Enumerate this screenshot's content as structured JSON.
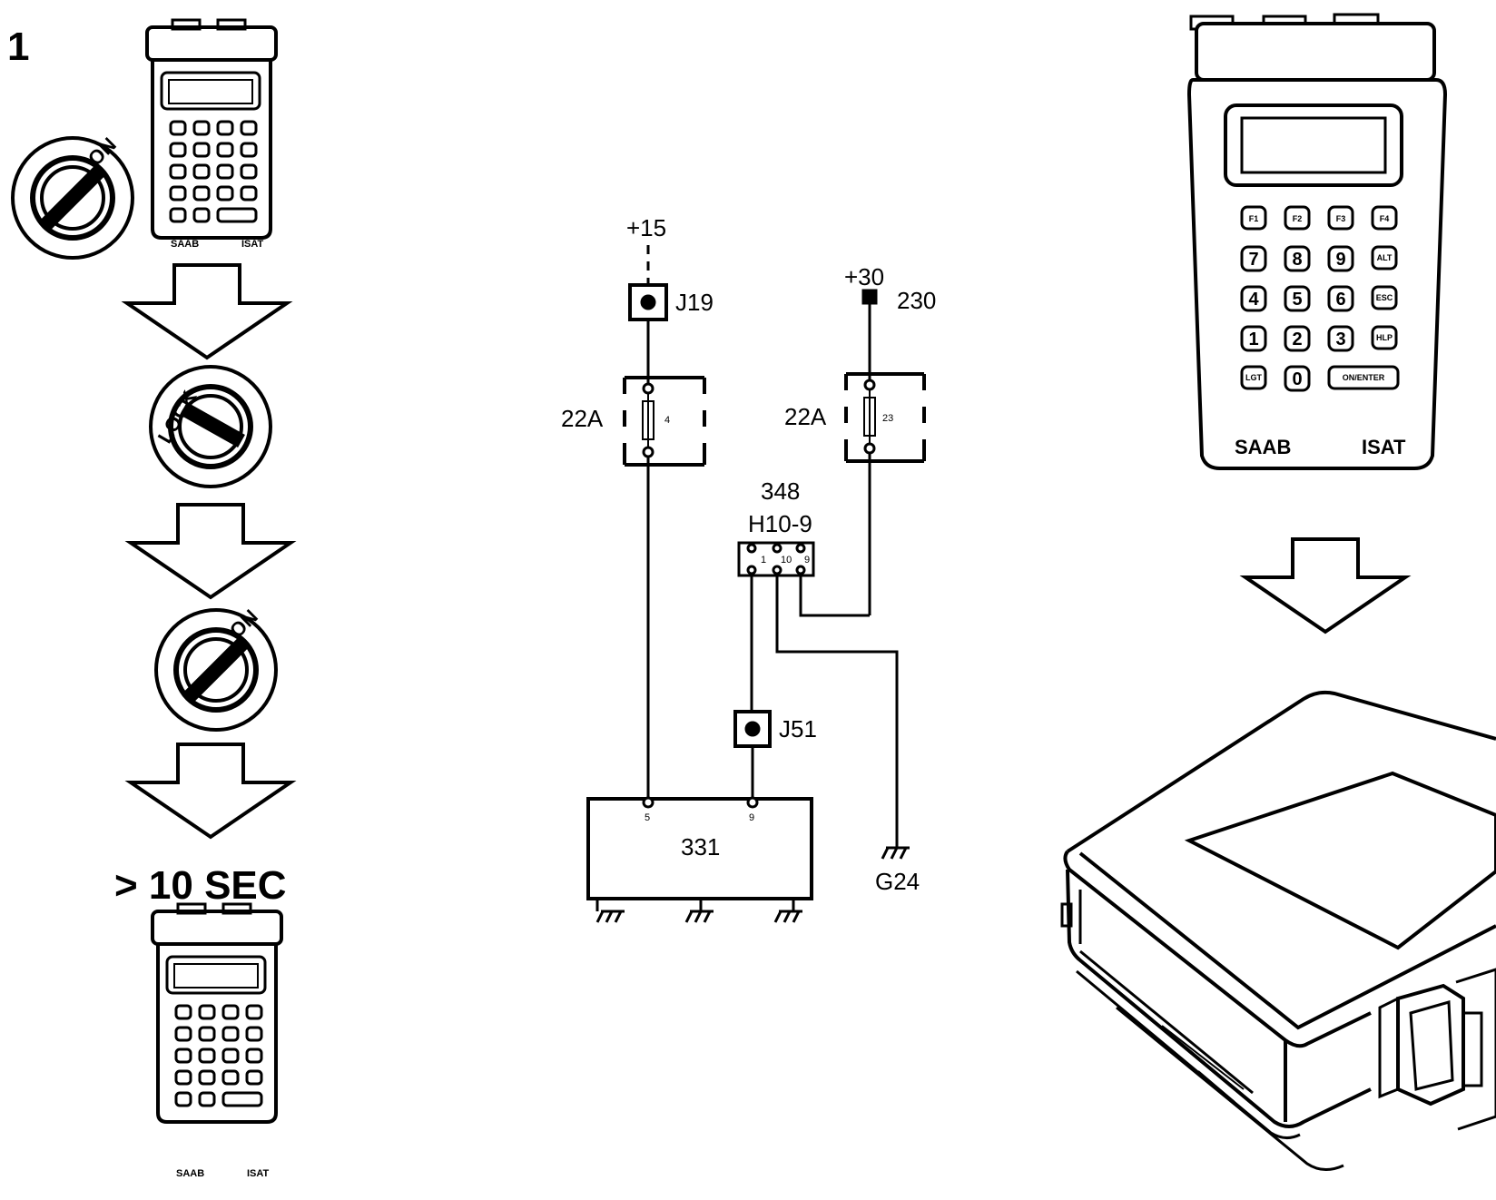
{
  "step_number": "1",
  "ignition": {
    "on_label": "ON",
    "lock_label": "LOCK",
    "wait_label": "> 10 SEC"
  },
  "isat_tool": {
    "brand_label": "SAAB",
    "model_label": "ISAT",
    "keys": {
      "f1": "F1",
      "f2": "F2",
      "f3": "F3",
      "f4": "F4",
      "k7": "7",
      "k8": "8",
      "k9": "9",
      "alt": "ALT",
      "k4": "4",
      "k5": "5",
      "k6": "6",
      "esc": "ESC",
      "k1": "1",
      "k2": "2",
      "k3": "3",
      "hlp": "HLP",
      "lgt": "LGT",
      "k0": "0",
      "enter": "ON/ENTER"
    }
  },
  "schematic": {
    "supply_15": "+15",
    "supply_30": "+30",
    "wire_230": "230",
    "junction_j19": "J19",
    "junction_j51": "J51",
    "fuse_left_rating": "22A",
    "fuse_left_number": "4",
    "fuse_right_rating": "22A",
    "fuse_right_number": "23",
    "connector_id": "348",
    "connector_name": "H10-9",
    "connector_pin_1": "1",
    "connector_pin_10": "10",
    "connector_pin_9": "9",
    "control_unit": "331",
    "cu_pin_5": "5",
    "cu_pin_9": "9",
    "ground_g24": "G24"
  },
  "colors": {
    "ink": "#000000",
    "paper": "#ffffff"
  }
}
